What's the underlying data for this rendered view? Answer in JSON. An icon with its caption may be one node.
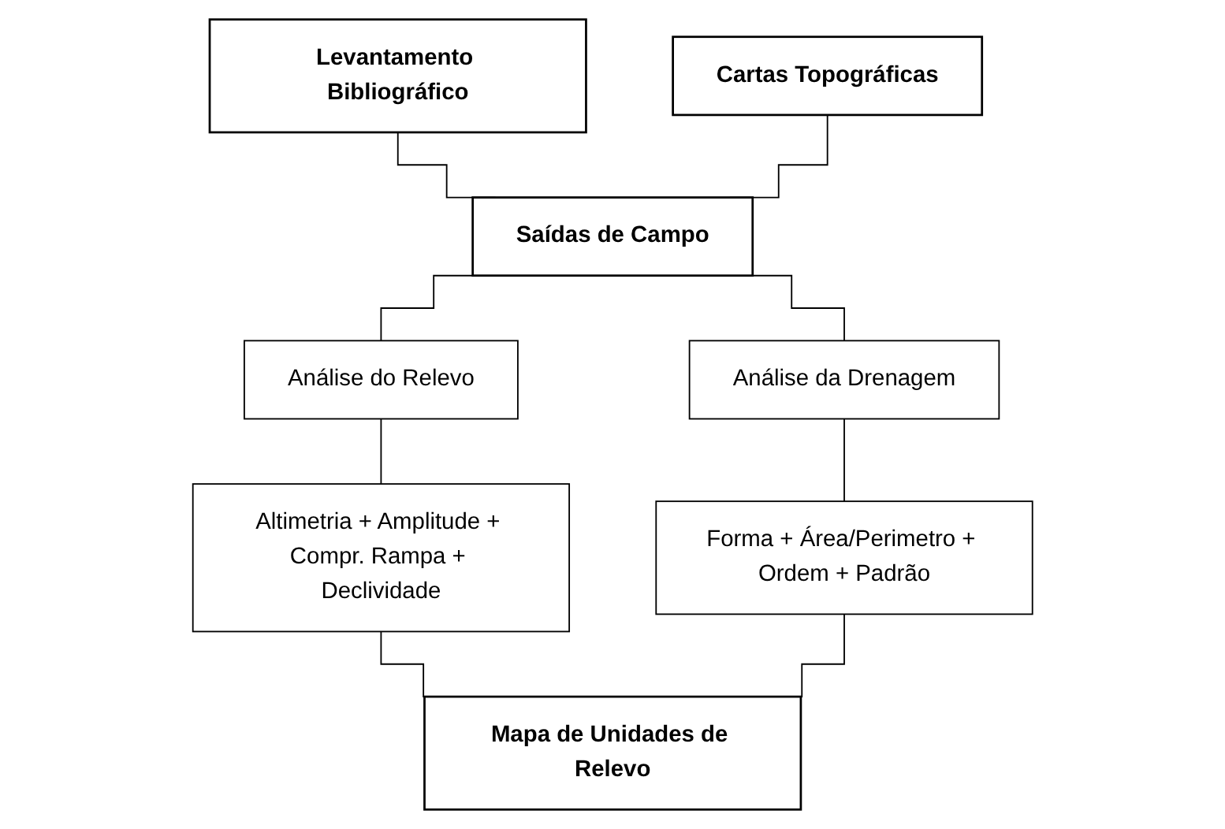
{
  "diagram": {
    "nodes": [
      {
        "text": [
          "Levantamento Bibliográfico"
        ]
      },
      {
        "text": [
          "Cartas Topográficas"
        ]
      },
      {
        "text": [
          "Saídas de Campo"
        ]
      },
      {
        "text": [
          "Análise do Relevo"
        ]
      },
      {
        "text": [
          "Análise da Drenagem"
        ]
      },
      {
        "text": [
          "Altimetria + Amplitude + Compr. Rampa + Declividade"
        ]
      },
      {
        "text": [
          "Forma + Área/Perimetro + Ordem + Padrão"
        ]
      },
      {
        "text": [
          "Mapa de Unidades de Relevo"
        ]
      }
    ],
    "edges": [
      {
        "from": 0,
        "to": 2,
        "arrow": "none"
      },
      {
        "from": 1,
        "to": 2,
        "arrow": "none"
      },
      {
        "from": 2,
        "to": 3,
        "arrow": "none"
      },
      {
        "from": 2,
        "to": 4,
        "arrow": "none"
      },
      {
        "from": 3,
        "to": 5,
        "arrow": "none"
      },
      {
        "from": 4,
        "to": 6,
        "arrow": "none"
      },
      {
        "from": 5,
        "to": 7,
        "arrow": "none"
      },
      {
        "from": 6,
        "to": 7,
        "arrow": "none"
      }
    ]
  }
}
